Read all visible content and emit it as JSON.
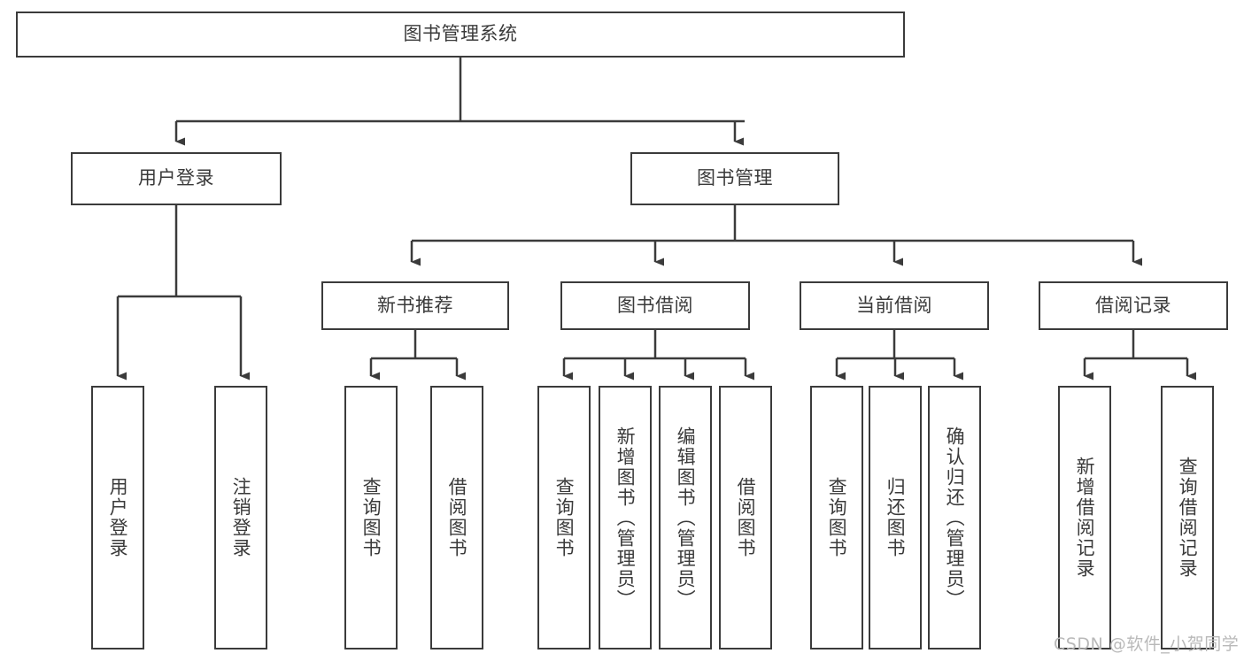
{
  "diagram": {
    "type": "tree-hierarchy",
    "orientation": "top-down",
    "root": {
      "label": "图书管理系统"
    },
    "level2": [
      {
        "label": "用户登录"
      },
      {
        "label": "图书管理"
      }
    ],
    "level3": [
      {
        "label": "新书推荐"
      },
      {
        "label": "图书借阅"
      },
      {
        "label": "当前借阅"
      },
      {
        "label": "借阅记录"
      }
    ],
    "leaves": {
      "user_login": [
        {
          "label": "用户登录"
        },
        {
          "label": "注销登录"
        }
      ],
      "new_book_recommend": [
        {
          "label": "查询图书"
        },
        {
          "label": "借阅图书"
        }
      ],
      "book_borrow": [
        {
          "label": "查询图书"
        },
        {
          "label": "新增图书（管理员）"
        },
        {
          "label": "编辑图书（管理员）"
        },
        {
          "label": "借阅图书"
        }
      ],
      "current_borrow": [
        {
          "label": "查询图书"
        },
        {
          "label": "归还图书"
        },
        {
          "label": "确认归还（管理员）"
        }
      ],
      "borrow_record": [
        {
          "label": "新增借阅记录"
        },
        {
          "label": "查询借阅记录"
        }
      ]
    }
  },
  "watermark": {
    "text": "CSDN @软件_小贺同学"
  },
  "colors": {
    "stroke": "#3b3b3b",
    "text": "#3a3a3a",
    "background": "#ffffff",
    "watermark": "#b9b9b9"
  }
}
